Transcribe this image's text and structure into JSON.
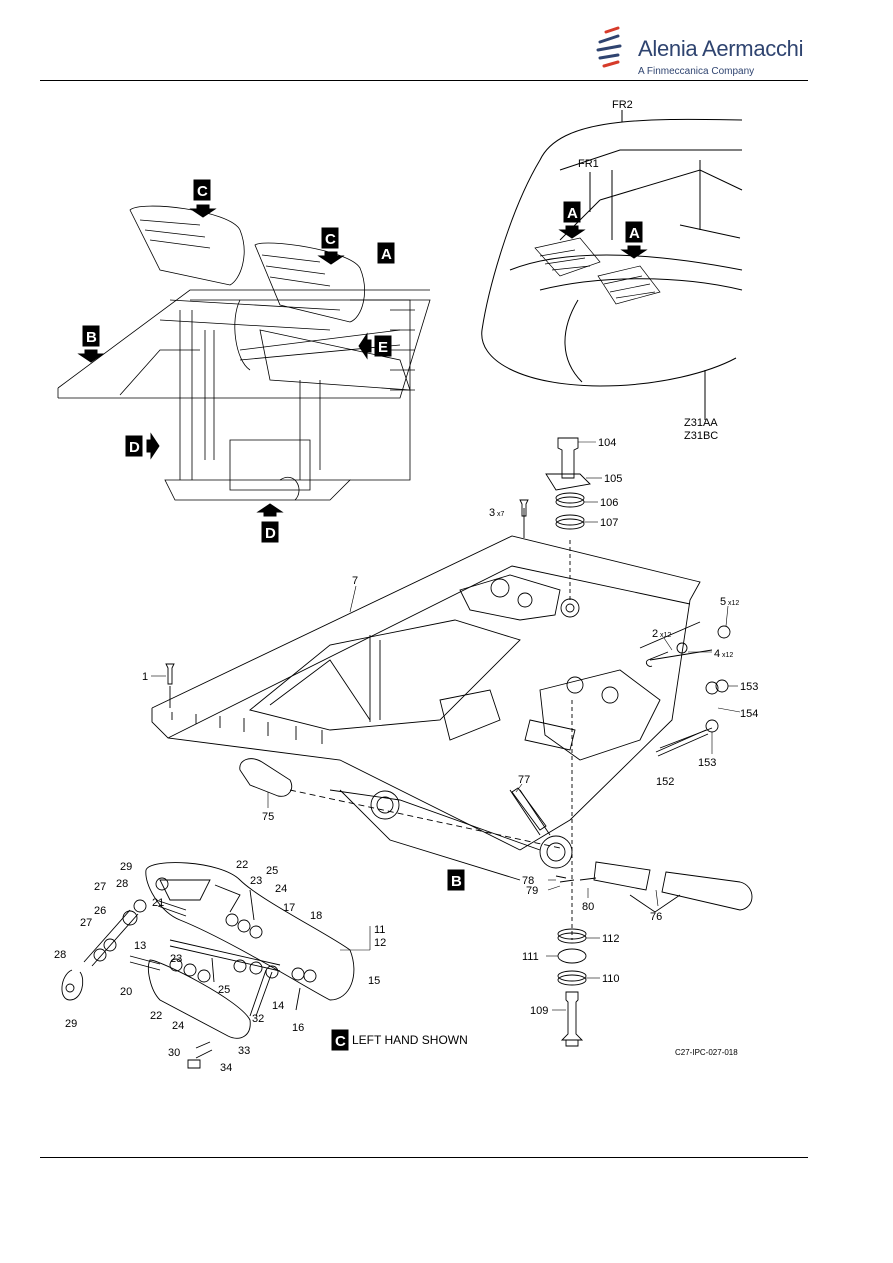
{
  "header": {
    "company_name": "Alenia Aermacchi",
    "company_sub": "A Finmeccanica Company"
  },
  "cockpit_view": {
    "frame_labels": [
      "FR2",
      "FR1"
    ],
    "zone_labels": [
      "Z31AA",
      "Z31BC"
    ],
    "view_letters": [
      "A",
      "A"
    ]
  },
  "pedal_view": {
    "view_letters": [
      "C",
      "C",
      "A",
      "B",
      "E",
      "D",
      "D"
    ]
  },
  "view_b_letter": "B",
  "view_c": {
    "letter": "C",
    "note": "LEFT HAND SHOWN"
  },
  "drawing_ref": "C27-IPC-027-018",
  "callouts": {
    "c104": "104",
    "c105": "105",
    "c106": "106",
    "c107": "107",
    "c3": "3",
    "c3q": "x7",
    "c7": "7",
    "c5": "5",
    "c5q": "x12",
    "c2": "2",
    "c2q": "x12",
    "c4": "4",
    "c4q": "x12",
    "c1": "1",
    "c153a": "153",
    "c154": "154",
    "c153b": "153",
    "c152": "152",
    "c77": "77",
    "c75": "75",
    "c78": "78",
    "c79": "79",
    "c80": "80",
    "c76": "76",
    "c112": "112",
    "c111": "111",
    "c110": "110",
    "c109": "109",
    "c29a": "29",
    "c28a": "28",
    "c27a": "27",
    "c26": "26",
    "c27b": "27",
    "c28b": "28",
    "c29b": "29",
    "c22a": "22",
    "c25a": "25",
    "c23a": "23",
    "c24a": "24",
    "c17": "17",
    "c18": "18",
    "c21": "21",
    "c11": "11",
    "c12": "12",
    "c13": "13",
    "c20": "20",
    "c23b": "23",
    "c25b": "25",
    "c22b": "22",
    "c24b": "24",
    "c32": "32",
    "c14": "14",
    "c16": "16",
    "c15": "15",
    "c30": "30",
    "c33": "33",
    "c34": "34"
  },
  "colors": {
    "brand": "#2f4470",
    "line": "#000000"
  }
}
